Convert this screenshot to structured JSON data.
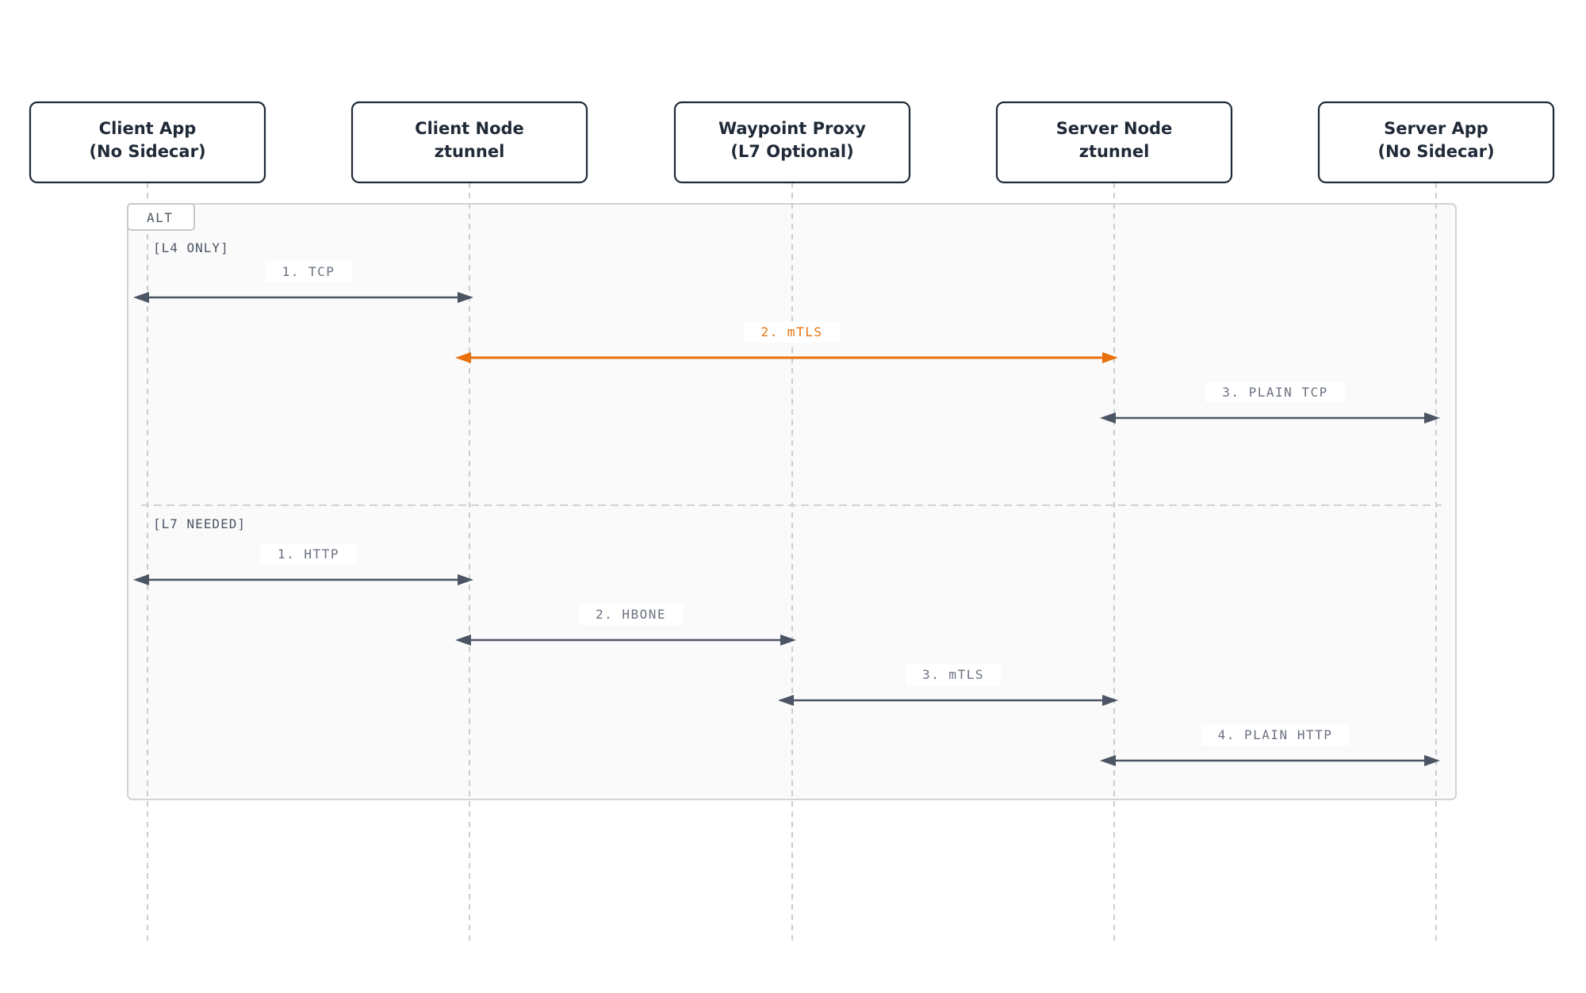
{
  "actors": [
    {
      "id": "client-app",
      "line1": "Client App",
      "line2": "(No Sidecar)"
    },
    {
      "id": "client-node",
      "line1": "Client Node",
      "line2": "ztunnel"
    },
    {
      "id": "waypoint",
      "line1": "Waypoint Proxy",
      "line2": "(L7 Optional)"
    },
    {
      "id": "server-node",
      "line1": "Server Node",
      "line2": "ztunnel"
    },
    {
      "id": "server-app",
      "line1": "Server App",
      "line2": "(No Sidecar)"
    }
  ],
  "fragment": {
    "type": "ALT",
    "sections": [
      {
        "guard": "[L4 ONLY]",
        "messages": [
          {
            "label": "1. TCP",
            "from": 0,
            "to": 1,
            "highlight": false
          },
          {
            "label": "2. mTLS",
            "from": 1,
            "to": 3,
            "highlight": true
          },
          {
            "label": "3. PLAIN TCP",
            "from": 3,
            "to": 4,
            "highlight": false
          }
        ]
      },
      {
        "guard": "[L7 NEEDED]",
        "messages": [
          {
            "label": "1. HTTP",
            "from": 0,
            "to": 1,
            "highlight": false
          },
          {
            "label": "2. HBONE",
            "from": 1,
            "to": 2,
            "highlight": false
          },
          {
            "label": "3. mTLS",
            "from": 2,
            "to": 3,
            "highlight": false
          },
          {
            "label": "4. PLAIN HTTP",
            "from": 3,
            "to": 4,
            "highlight": false
          }
        ]
      }
    ]
  },
  "colors": {
    "accent": "#e8710c",
    "arrow": "#4b5563",
    "box_border": "#1f2937"
  }
}
